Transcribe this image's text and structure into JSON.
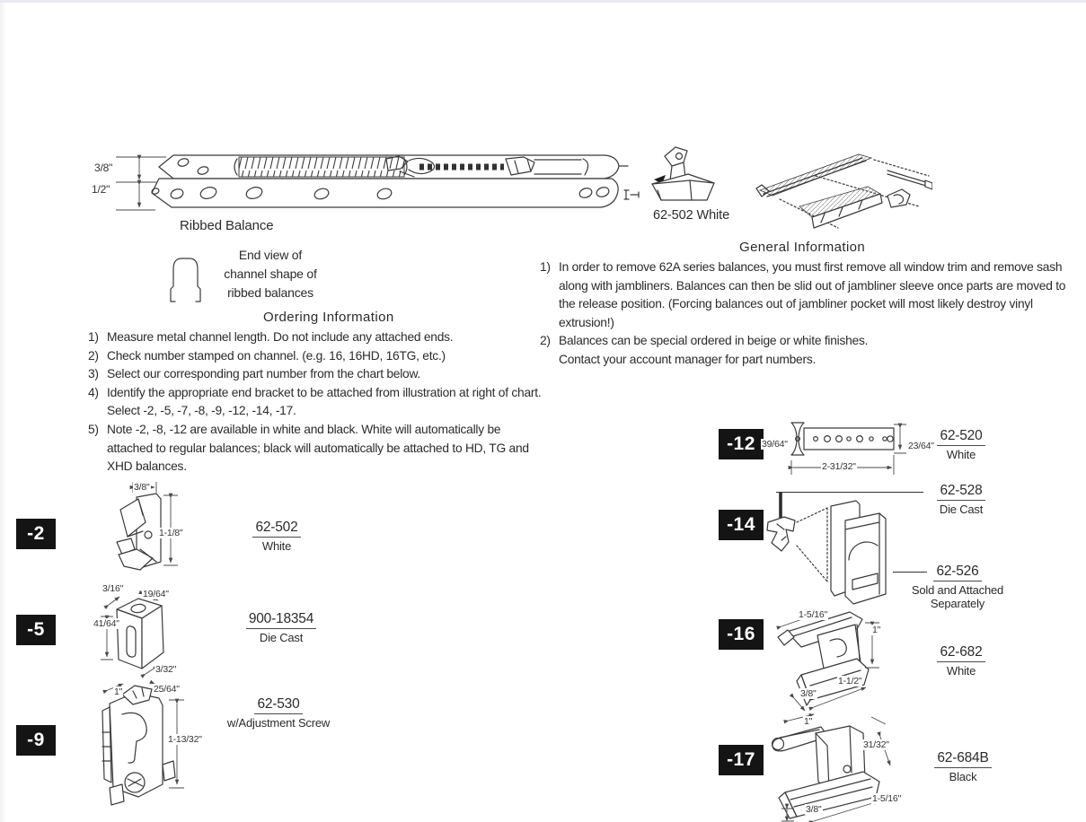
{
  "top": {
    "ribbed": {
      "caption": "Ribbed Balance",
      "dim_top": "3/8\"",
      "dim_bottom": "1/2\""
    },
    "corner_caption": "62-502 White",
    "end_view_note": "End view of\nchannel shape of\nribbed balances"
  },
  "ordering": {
    "heading": "Ordering Information",
    "items": [
      {
        "n": "1)",
        "text": "Measure metal channel length. Do not include any attached ends."
      },
      {
        "n": "2)",
        "text": "Check number stamped on channel. (e.g. 16, 16HD, 16TG, etc.)"
      },
      {
        "n": "3)",
        "text": "Select our corresponding part number from the chart below."
      },
      {
        "n": "4)",
        "text": "Identify the appropriate end bracket to be attached from illustration at right of chart. Select -2, -5, -7, -8, -9, -12, -14, -17."
      },
      {
        "n": "5)",
        "text": "Note -2, -8, -12 are available in white and black. White will automatically be attached to regular balances; black will automatically be attached to HD, TG and XHD balances."
      }
    ]
  },
  "general": {
    "heading": "General Information",
    "items": [
      {
        "n": "1)",
        "text": "In order to remove 62A series balances, you must first remove all window trim and remove sash along with jambliners. Balances can then be slid out of jambliner sleeve once parts are moved to the release position. (Forcing balances out of jambliner pocket will most likely destroy vinyl extrusion!)"
      },
      {
        "n": "2)",
        "text": "Balances can be special ordered in beige or white finishes.\nContact your account manager for part numbers."
      }
    ]
  },
  "brackets": {
    "b2": {
      "tag": "-2",
      "part": "62-502",
      "desc": "White",
      "dim_w": "3/8\"",
      "dim_h": "1-1/8\""
    },
    "b5": {
      "tag": "-5",
      "part": "900-18354",
      "desc": "Die Cast",
      "dim_a": "3/16\"",
      "dim_b": "19/64\"",
      "dim_c": "41/64\"",
      "dim_d": "3/32\""
    },
    "b9": {
      "tag": "-9",
      "part": "62-530",
      "desc": "w/Adjustment Screw",
      "dim_a": "1\"",
      "dim_b": "25/64\"",
      "dim_c": "1-13/32\""
    },
    "b12": {
      "tag": "-12",
      "part": "62-520",
      "desc": "White",
      "dim_a": "39/64\"",
      "dim_b": "23/64\"",
      "dim_c": "2-31/32\""
    },
    "b14": {
      "tag": "-14",
      "part_top": "62-528",
      "desc_top": "Die Cast",
      "part_bottom": "62-526",
      "desc_bottom": "Sold and Attached\nSeparately"
    },
    "b16": {
      "tag": "-16",
      "part": "62-682",
      "desc": "White",
      "dim_a": "1-5/16\"",
      "dim_b": "1\"",
      "dim_c": "1-1/2\"",
      "dim_d": "3/8\""
    },
    "b17": {
      "tag": "-17",
      "part": "62-684B",
      "desc": "Black",
      "dim_a": "1\"",
      "dim_b": "31/32\"",
      "dim_c": "1-5/16\"",
      "dim_d": "3/8\""
    }
  }
}
